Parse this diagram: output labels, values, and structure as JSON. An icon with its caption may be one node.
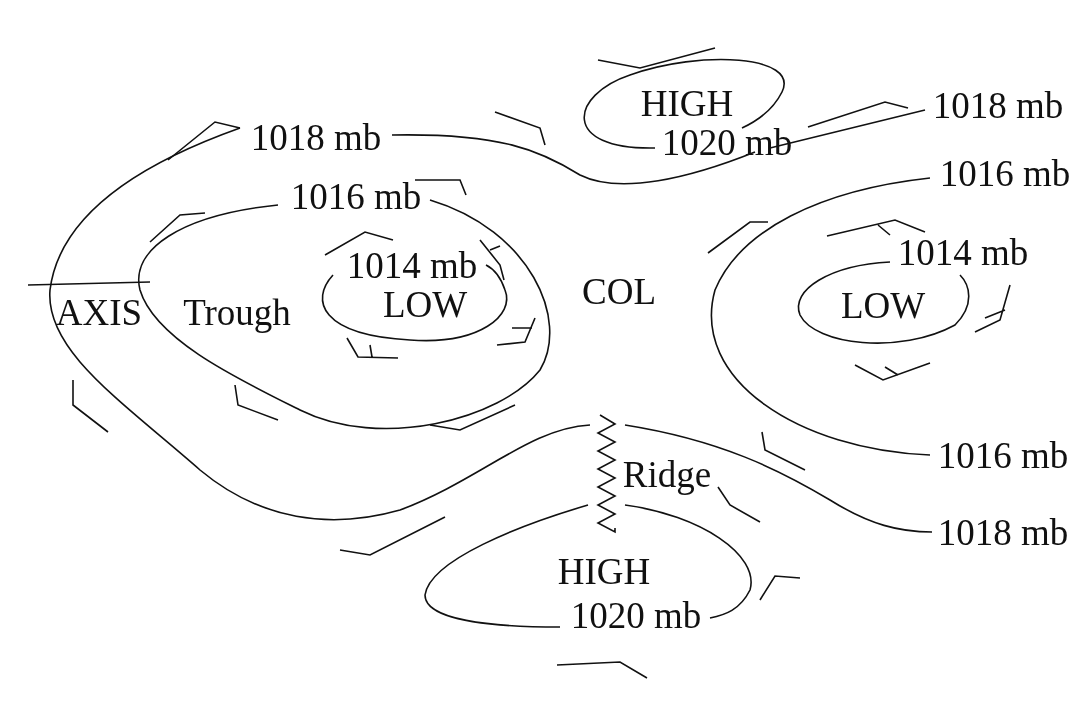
{
  "diagram": {
    "labels": [
      "HIGH",
      "1018 mb",
      "1018 mb",
      "1020 mb",
      "1016 mb",
      "1016 mb",
      "1014 mb",
      "1014 mb",
      "COL",
      "AXIS",
      "Trough",
      "LOW",
      "LOW",
      "1016 mb",
      "Ridge",
      "1018 mb",
      "HIGH",
      "1020 mb"
    ]
  }
}
